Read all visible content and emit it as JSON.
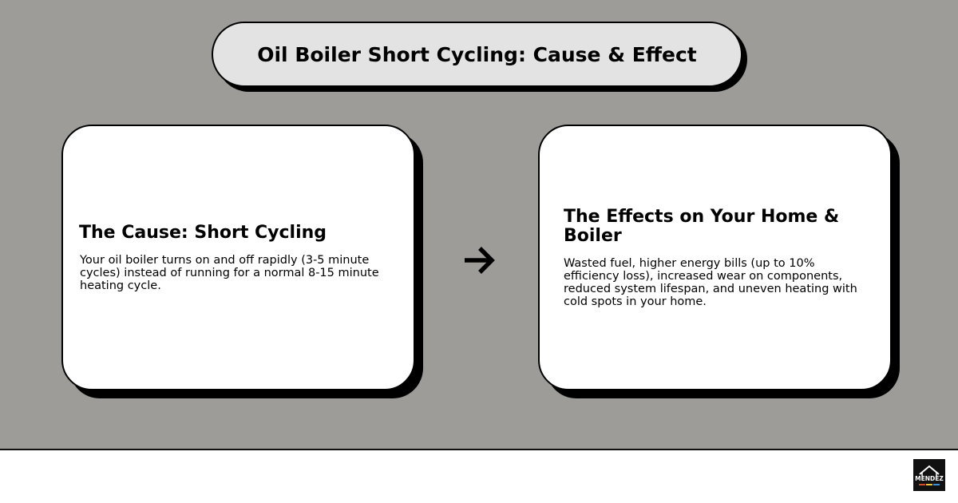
{
  "title": "Oil Boiler Short Cycling: Cause & Effect",
  "cause": {
    "heading": "The Cause: Short Cycling",
    "body": "Your oil boiler turns on and off rapidly (3-5 minute cycles) instead of running for a normal 8-15 minute heating cycle."
  },
  "effect": {
    "heading": "The Effects on Your Home & Boiler",
    "body": "Wasted fuel, higher energy bills (up to 10% efficiency loss), increased wear on components, reduced system lifespan, and uneven heating with cold spots in your home."
  },
  "connector_icon": "arrow-right-icon",
  "logo": {
    "text": "MENDEZ",
    "icon": "house-roof-icon"
  },
  "colors": {
    "background": "#9e9c98",
    "title_fill": "#e3e3e3",
    "card_fill": "#ffffff",
    "outline": "#000000",
    "footer": "#ffffff"
  }
}
